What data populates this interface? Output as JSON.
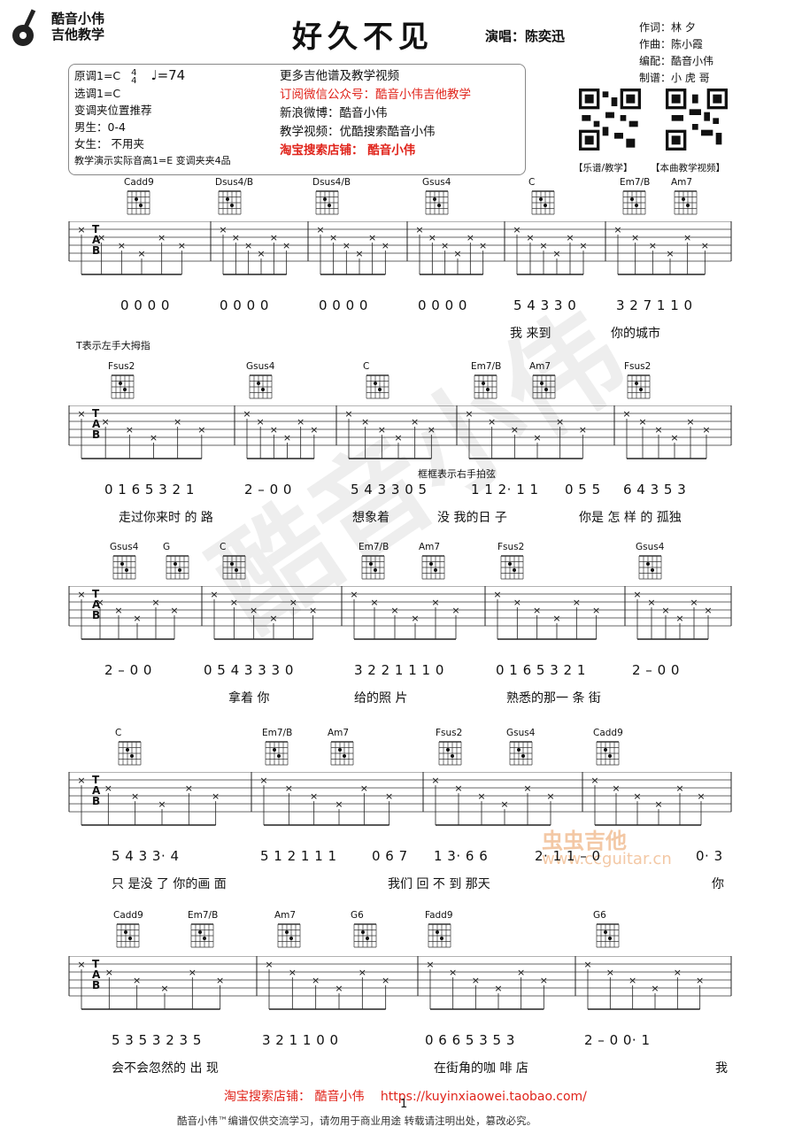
{
  "brand": {
    "line1": "酷音小伟",
    "line2": "吉他教学"
  },
  "title": "好久不见",
  "singer": "演唱：陈奕迅",
  "credits": [
    "作词：林 夕",
    "作曲：陈小霞",
    "编配：酷音小伟",
    "制谱：小 虎 哥"
  ],
  "info": {
    "original_key": "原调1=C",
    "time_sig_top": "4",
    "time_sig_bottom": "4",
    "tempo": "♩=74",
    "selected_key": "选调1=C",
    "capo_title": "变调夹位置推荐",
    "male": "男生：0-4",
    "female": "女生： 不用夹",
    "demo": "教学演示实际音高1=E  变调夹夹4品"
  },
  "promo": {
    "line1": "更多吉他谱及教学视频",
    "line2": "订阅微信公众号：酷音小伟吉他教学",
    "line3": "新浪微博：酷音小伟",
    "line4": "教学视频：优酷搜索酷音小伟",
    "line5": "淘宝搜索店铺： 酷音小伟"
  },
  "qr_labels": [
    "【乐谱/教学】",
    "【本曲教学视频】"
  ],
  "notes": {
    "thumb": "T表示左手大拇指",
    "box": "框框表示右手拍弦"
  },
  "rows": [
    {
      "chords": [
        "Cadd9",
        "Dsus4/B",
        "Dsus4/B",
        "Gsus4",
        "C",
        "Em7/B",
        "Am7"
      ],
      "numbers": [
        "0 0 0 0",
        "0 0 0 0",
        "0 0 0 0",
        "0 0 0 0",
        "5  4 3 3 0",
        "3 2 7 1 1 0"
      ],
      "lyrics": [
        "我 来到",
        "你的城市"
      ]
    },
    {
      "chords": [
        "Fsus2",
        "Gsus4",
        "C",
        "Em7/B",
        "Am7",
        "Fsus2"
      ],
      "numbers": [
        "0 1 6 5 3 2  1",
        "2 – 0 0",
        "5  4 3 3  0 5",
        "1 1 2· 1 1",
        "0 5 5",
        "6  4  3  5 3"
      ],
      "lyrics": [
        "走过你来时 的 路",
        "想象着",
        "没 我的日 子",
        "你是 怎 样 的 孤独"
      ]
    },
    {
      "chords": [
        "Gsus4",
        "G",
        "C",
        "Em7/B",
        "Am7",
        "Fsus2",
        "Gsus4"
      ],
      "numbers": [
        "2  –  0 0",
        "0 5 4 3 3 3  0",
        "3 2 2 1 1 1  0",
        "0 1 6 5 3 2  1",
        "2  –  0 0"
      ],
      "lyrics": [
        "拿着  你",
        "给的照  片",
        "熟悉的那一  条  街"
      ]
    },
    {
      "chords": [
        "C",
        "Em7/B",
        "Am7",
        "Fsus2",
        "Gsus4",
        "Cadd9"
      ],
      "numbers": [
        "5   4 3 3·   4",
        "5 1 2 1 1 1",
        "0 6 7",
        "1   3· 6 6",
        "2· 1 1 – 0",
        "0· 3"
      ],
      "lyrics": [
        "只   是没      了  你的画  面",
        "我们  回  不 到   那天",
        "你"
      ]
    },
    {
      "chords": [
        "Cadd9",
        "Em7/B",
        "Am7",
        "G6",
        "Fadd9",
        "G6"
      ],
      "numbers": [
        "5 3 5 3 2 3   5",
        "3 2 1  1   0   0",
        "0 6 6 5 3 5   3",
        "2   –   0   0· 1"
      ],
      "lyrics": [
        "会不会忽然的  出  现",
        "在街角的咖  啡  店",
        "我"
      ]
    }
  ],
  "footer": {
    "shop": "淘宝搜索店铺： 酷音小伟",
    "url": "https://kuyinxiaowei.taobao.com/",
    "page": "1",
    "copyright": "酷音小伟™编谱仅供交流学习，请勿用于商业用途  转载请注明出处，篡改必究。"
  },
  "watermark": {
    "big": "酷音小伟",
    "site1": "虫虫吉他",
    "site2": "www.ccguitar.cn"
  }
}
